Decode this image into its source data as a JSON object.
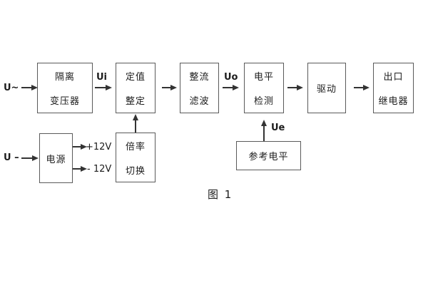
{
  "diagram": {
    "caption": "图 1",
    "blocks": [
      {
        "id": "isolation-transformer",
        "lines": [
          "隔离",
          "变压器"
        ]
      },
      {
        "id": "setpoint-adjust",
        "lines": [
          "定值",
          "整定"
        ]
      },
      {
        "id": "rectifier-filter",
        "lines": [
          "整流",
          "滤波"
        ]
      },
      {
        "id": "level-detector",
        "lines": [
          "电平",
          "检测"
        ]
      },
      {
        "id": "driver",
        "lines": [
          "驱动"
        ]
      },
      {
        "id": "output-relay",
        "lines": [
          "出口",
          "继电器"
        ]
      },
      {
        "id": "power-supply",
        "lines": [
          "电源"
        ]
      },
      {
        "id": "ratio-switch",
        "lines": [
          "倍率",
          "切换"
        ]
      },
      {
        "id": "reference-level",
        "lines": [
          "参考电平"
        ]
      }
    ],
    "signals": {
      "ac_input": "U~",
      "ui": "Ui",
      "uo": "Uo",
      "ue": "Ue",
      "dc_input": "U –",
      "plus_12v": "+12V",
      "minus_12v": "- 12V"
    },
    "colors": {
      "background": "#ffffff",
      "box_border": "#5a5a5a",
      "arrow": "#333333",
      "text": "#1c1c1c"
    }
  }
}
